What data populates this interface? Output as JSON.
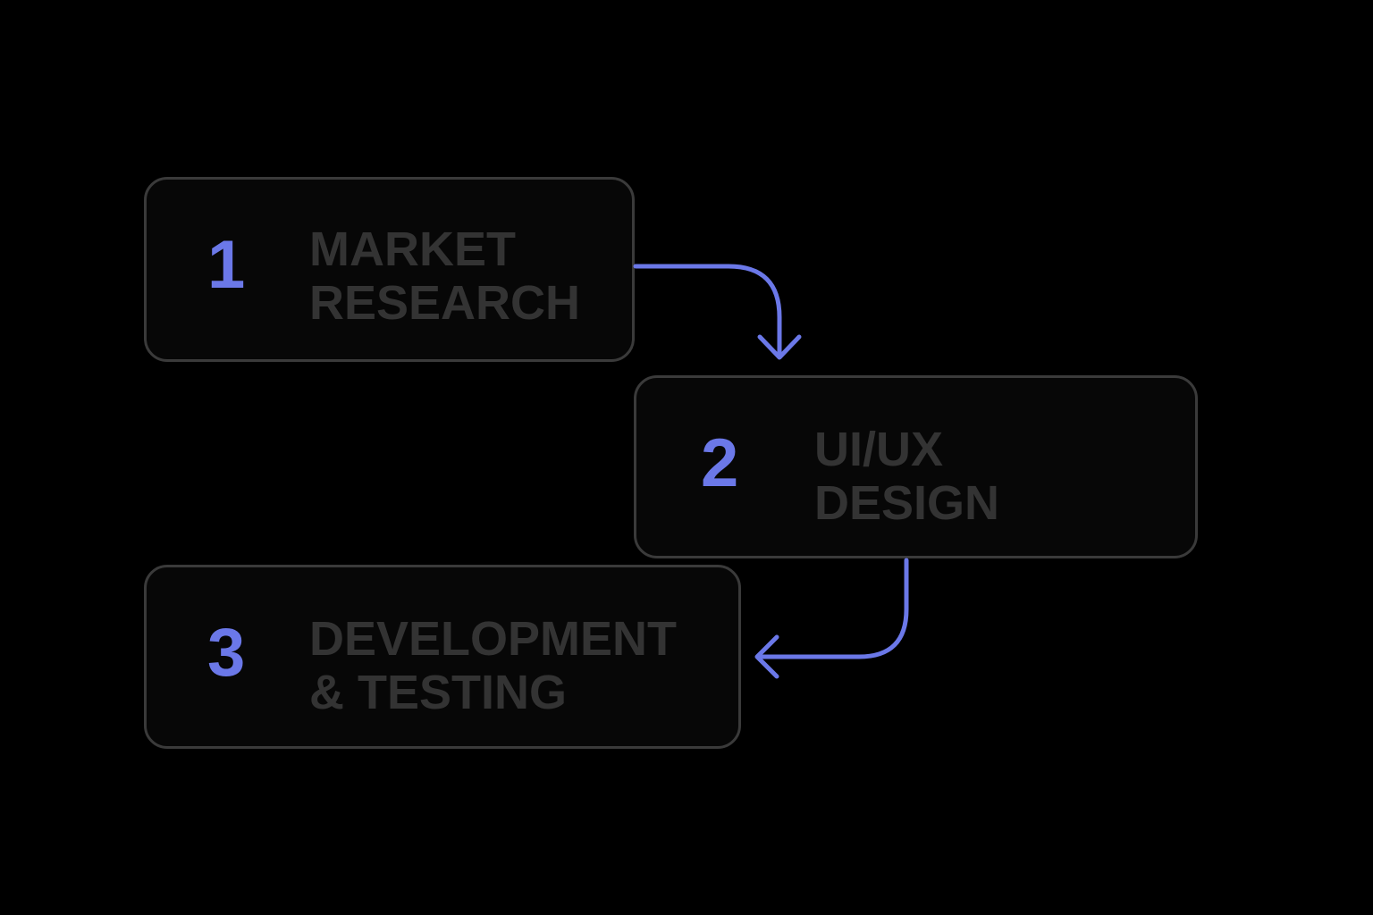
{
  "accent_color": "#6b78e8",
  "steps": [
    {
      "number": "1",
      "label_line1": "MARKET",
      "label_line2": "RESEARCH"
    },
    {
      "number": "2",
      "label_line1": "UI/UX",
      "label_line2": "DESIGN"
    },
    {
      "number": "3",
      "label_line1": "DEVELOPMENT",
      "label_line2": "& TESTING"
    }
  ],
  "connectors": [
    {
      "from": "1",
      "to": "2",
      "icon": "arrow-down-icon"
    },
    {
      "from": "2",
      "to": "3",
      "icon": "arrow-left-icon"
    }
  ]
}
